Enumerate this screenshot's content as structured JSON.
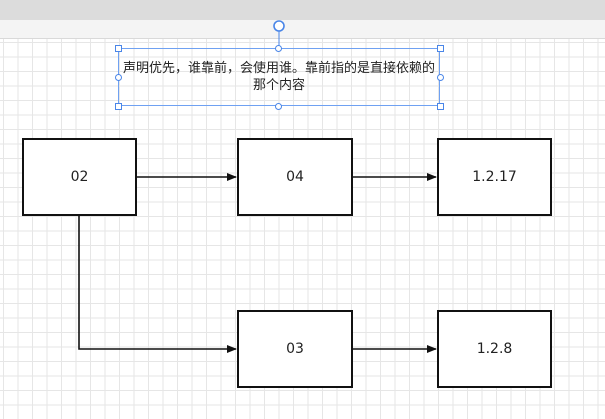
{
  "note": {
    "text": "声明优先，谁靠前，会使用谁。靠前指的是直接依赖的那个内容"
  },
  "nodes": {
    "n02": "02",
    "n04": "04",
    "n1217": "1.2.17",
    "n03": "03",
    "n128": "1.2.8"
  },
  "colors": {
    "selection": "#4a86e8",
    "node_border": "#111111",
    "grid": "#e6e6e6"
  }
}
